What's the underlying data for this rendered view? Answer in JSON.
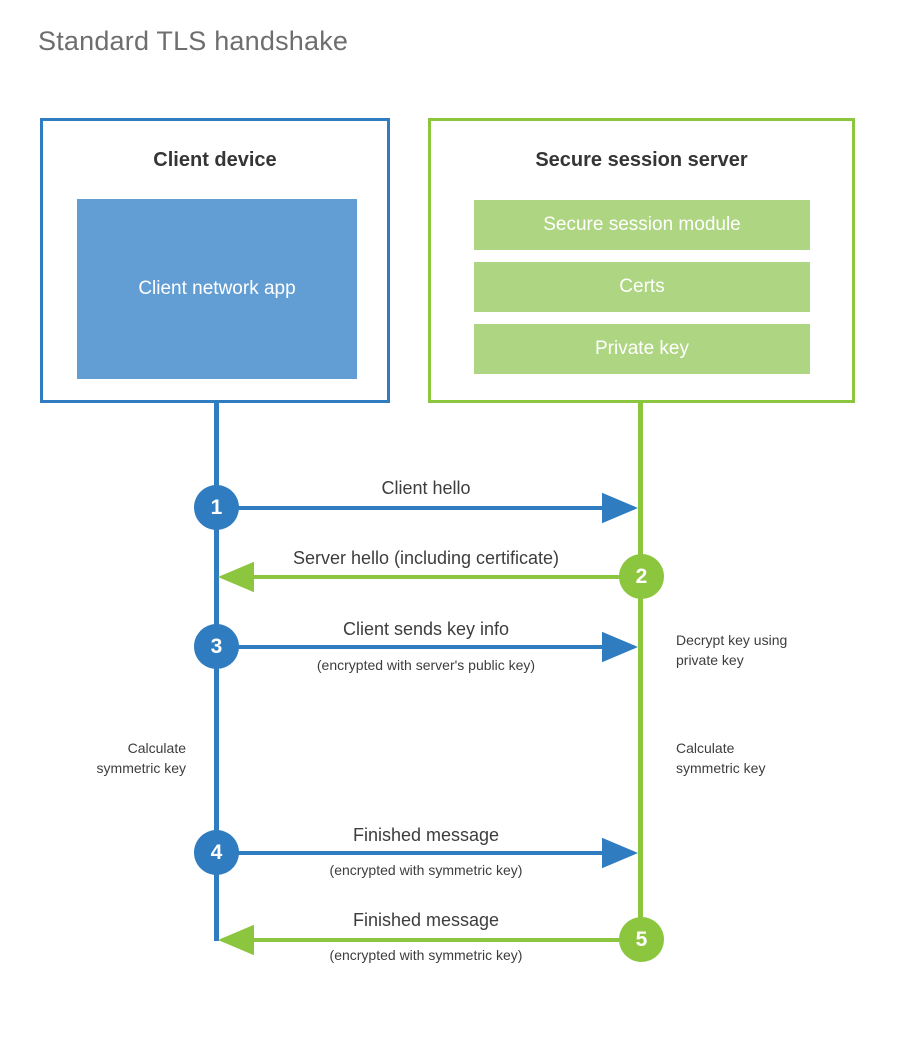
{
  "title": "Standard TLS handshake",
  "colors": {
    "client_blue": "#2f7dc0",
    "client_app_blue": "#629ed4",
    "server_green": "#8cc63e",
    "server_bar_green": "#aed581",
    "text_dark": "#3d3d3d",
    "title_gray": "#6e6e6e"
  },
  "client": {
    "heading": "Client device",
    "app_label": "Client network\napp"
  },
  "server": {
    "heading": "Secure session server",
    "components": [
      {
        "label": "Secure session module"
      },
      {
        "label": "Certs"
      },
      {
        "label": "Private key"
      }
    ]
  },
  "steps": [
    {
      "number": "1",
      "primary": "Client hello",
      "secondary": "",
      "direction": "client-to-server",
      "color": "blue"
    },
    {
      "number": "2",
      "primary": "Server hello (including certificate)",
      "secondary": "",
      "direction": "server-to-client",
      "color": "green"
    },
    {
      "number": "3",
      "primary": "Client sends key info",
      "secondary": "(encrypted with server's public key)",
      "direction": "client-to-server",
      "color": "blue"
    },
    {
      "number": "4",
      "primary": "Finished message",
      "secondary": "(encrypted with symmetric key)",
      "direction": "client-to-server",
      "color": "blue"
    },
    {
      "number": "5",
      "primary": "Finished message",
      "secondary": "(encrypted with symmetric key)",
      "direction": "server-to-client",
      "color": "green"
    }
  ],
  "annotations": {
    "server_decrypt": "Decrypt key using\nprivate key",
    "client_calculate": "Calculate\nsymmetric key",
    "server_calculate": "Calculate\nsymmetric key"
  }
}
